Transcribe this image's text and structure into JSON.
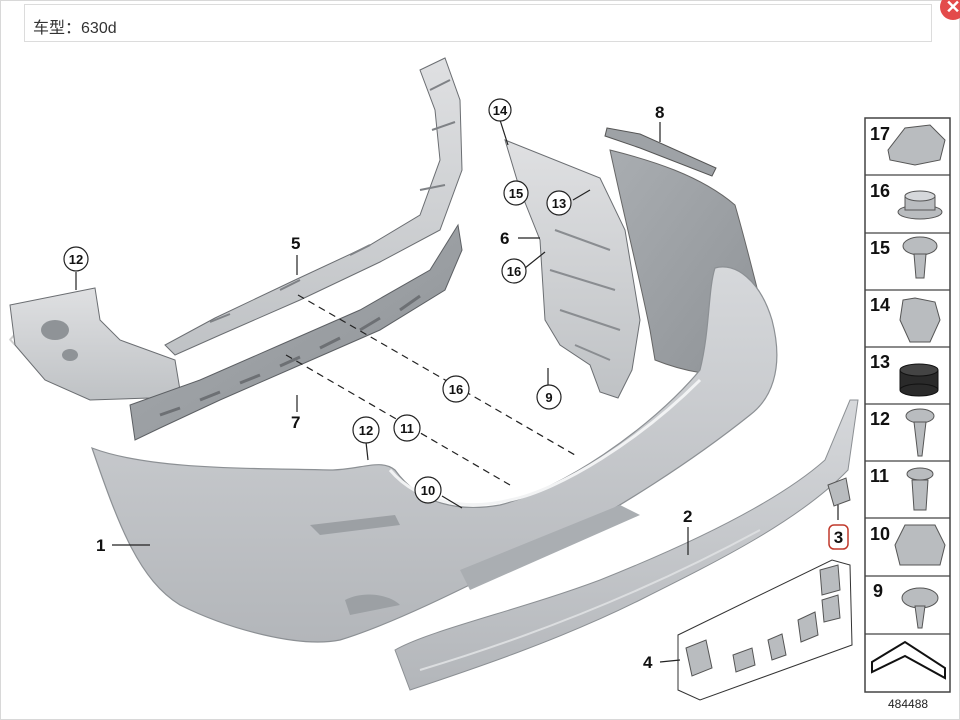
{
  "header": {
    "model_label": "车型：",
    "model_value": "630d"
  },
  "close_icon": "close-icon",
  "diagram_number": "484488",
  "callouts": {
    "p1": "1",
    "p2": "2",
    "p3": "3",
    "p4": "4",
    "p5": "5",
    "p6": "6",
    "p7": "7",
    "p8": "8",
    "p9": "9",
    "p10": "10",
    "p11": "11",
    "p12a": "12",
    "p12b": "12",
    "p13": "13",
    "p14": "14",
    "p15": "15",
    "p16a": "16",
    "p16b": "16"
  },
  "parts_sidebar": [
    "17",
    "16",
    "15",
    "14",
    "13",
    "12",
    "11",
    "10",
    "9"
  ],
  "colors": {
    "part_fill": "#c7c9cc",
    "part_shadow": "#9ea2a6",
    "part_highlight": "#e6e7e9",
    "accent_red": "#c0392b"
  }
}
